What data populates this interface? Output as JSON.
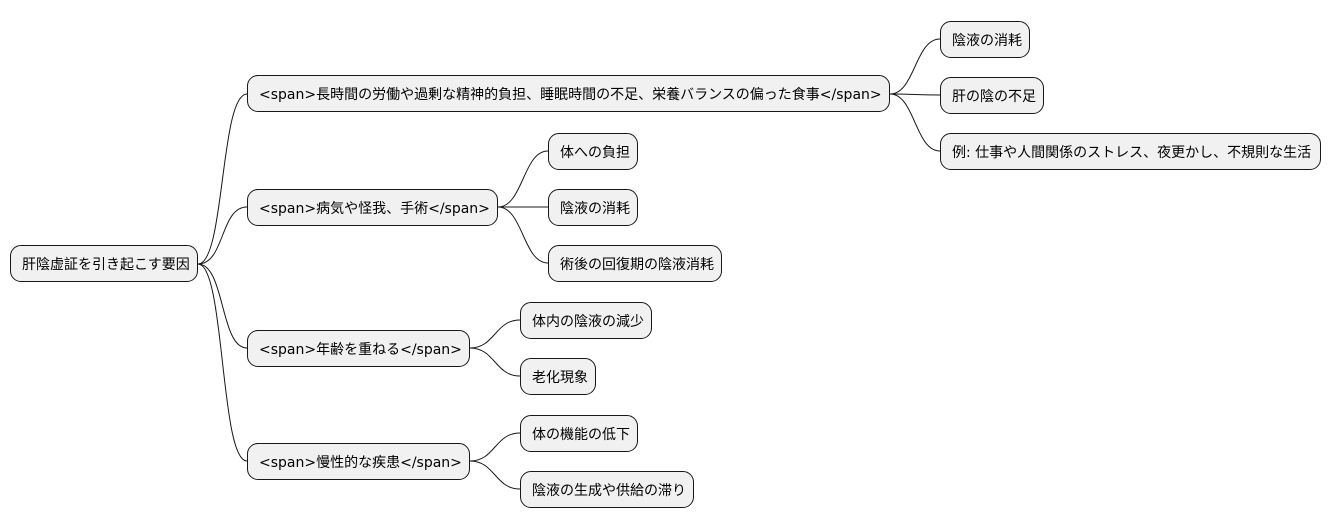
{
  "mindmap": {
    "root": "肝陰虚証を引き起こす要因",
    "branches": [
      {
        "label": "<span>長時間の労働や過剰な精神的負担、睡眠時間の不足、栄養バランスの偏った食事</span>",
        "children": [
          "陰液の消耗",
          "肝の陰の不足",
          "例: 仕事や人間関係のストレス、夜更かし、不規則な生活"
        ]
      },
      {
        "label": "<span>病気や怪我、手術</span>",
        "children": [
          "体への負担",
          "陰液の消耗",
          "術後の回復期の陰液消耗"
        ]
      },
      {
        "label": "<span>年齢を重ねる</span>",
        "children": [
          "体内の陰液の減少",
          "老化現象"
        ]
      },
      {
        "label": "<span>慢性的な疾患</span>",
        "children": [
          "体の機能の低下",
          "陰液の生成や供給の滞り"
        ]
      }
    ]
  }
}
